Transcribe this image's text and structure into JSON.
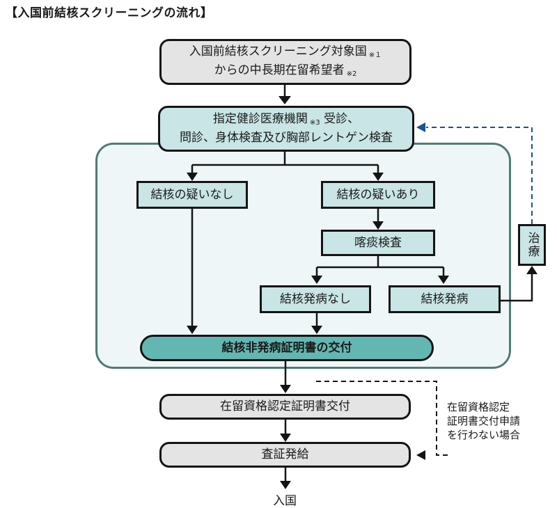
{
  "title": "【入国前結核スクリーニングの流れ】",
  "nodes": {
    "applicant": {
      "line1": "入国前結核スクリーニング対象国",
      "note1": "※１",
      "line2": "からの中長期在留希望者",
      "note2": "※2"
    },
    "exam": {
      "line1a": "指定健診医療機関",
      "note": "※3",
      "line1b": "受診、",
      "line2": "問診、身体検査及び胸部レントゲン検査"
    },
    "no_suspicion": "結核の疑いなし",
    "suspicion": "結核の疑いあり",
    "sputum": "喀痰検査",
    "no_onset": "結核発病なし",
    "onset": "結核発病",
    "treatment": "治療",
    "certificate": "結核非発病証明書の交付",
    "coe": "在留資格認定証明書交付",
    "visa": "査証発給",
    "entry": "入国"
  },
  "side_note": {
    "line1": "在留資格認定",
    "line2": "証明書交付申請",
    "line3": "を行わない場合"
  },
  "colors": {
    "gray_box": "#e4e4e4",
    "light_teal_box": "#c9e5e5",
    "pill": "#63b7b2",
    "zone_fill": "#eef6f7",
    "zone_border": "#4f7b73",
    "feedback_arrow": "#1f4e9a",
    "line": "#141414"
  }
}
